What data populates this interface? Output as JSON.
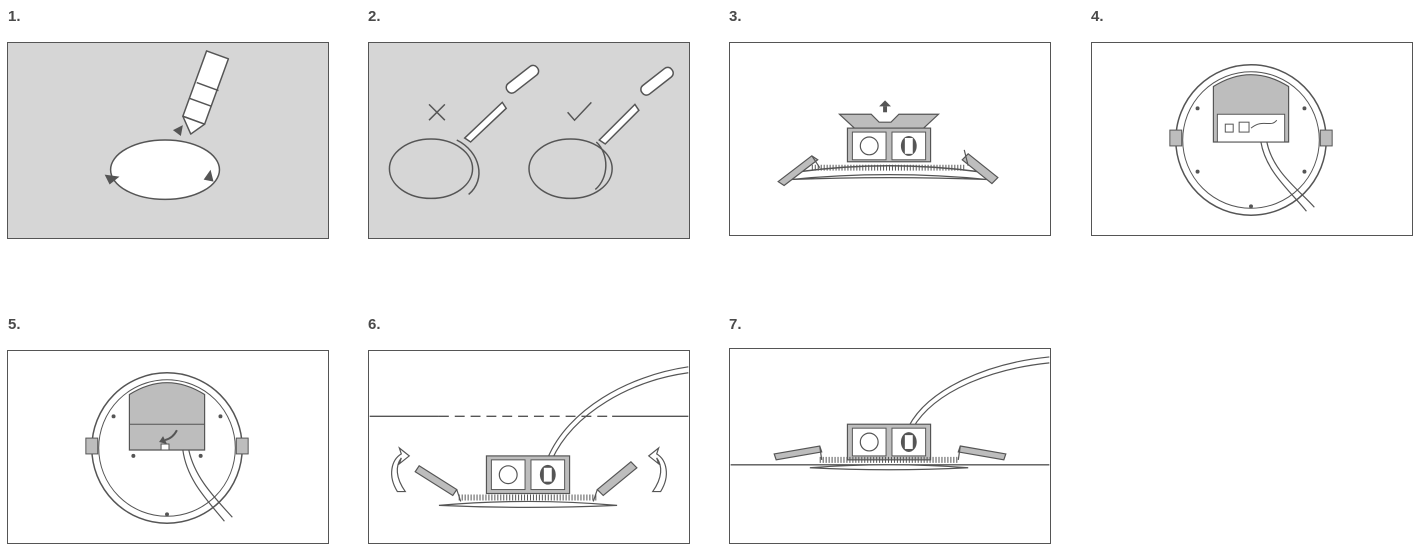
{
  "steps": [
    {
      "label": "1."
    },
    {
      "label": "2."
    },
    {
      "label": "3."
    },
    {
      "label": "4."
    },
    {
      "label": "5."
    },
    {
      "label": "6."
    },
    {
      "label": "7."
    }
  ],
  "colors": {
    "line": "#555555",
    "panel_gray": "#d6d6d6",
    "housing_gray": "#bdbdbd",
    "white": "#ffffff"
  },
  "icons": [
    "pencil-icon",
    "knife-icon",
    "cross-icon",
    "check-icon",
    "arrow-up-icon",
    "rotate-arrow-icon",
    "curved-arrow-icon"
  ]
}
